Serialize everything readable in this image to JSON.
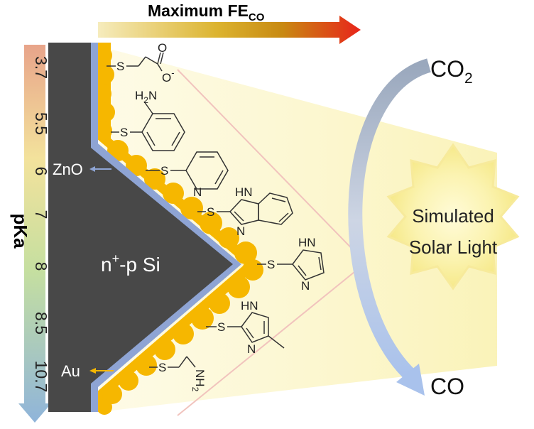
{
  "header": {
    "title_main": "Maximum FE",
    "title_sub": "CO"
  },
  "pka_axis": {
    "label": "pKa",
    "ticks": [
      "3.7",
      "5.5",
      "6",
      "7",
      "8",
      "8.5",
      "10.7"
    ]
  },
  "electrode": {
    "core_label": "n",
    "core_sup": "+",
    "core_rest": "-p Si",
    "zno_label": "ZnO",
    "au_label": "Au"
  },
  "light": {
    "line1": "Simulated",
    "line2": "Solar Light"
  },
  "reaction": {
    "reactant_main": "CO",
    "reactant_sub": "2",
    "product": "CO"
  },
  "ligand_atoms": {
    "sulfur": "S",
    "oxygen": "O",
    "oxygen_anion": "O",
    "anion_charge": "-",
    "nitrogen": "N",
    "nh": "HN",
    "h2n": "H",
    "h2n_sub": "2",
    "h2n_n": "N",
    "nh2_n": "NH",
    "nh2_sub": "2"
  },
  "colors": {
    "silicon": "#4a4a4a",
    "zno": "#8ea4d4",
    "gold": "#f6b700",
    "arrow_start": "#f5e6a8",
    "arrow_end": "#e8241a",
    "light_glow": "#fbf5bf"
  }
}
